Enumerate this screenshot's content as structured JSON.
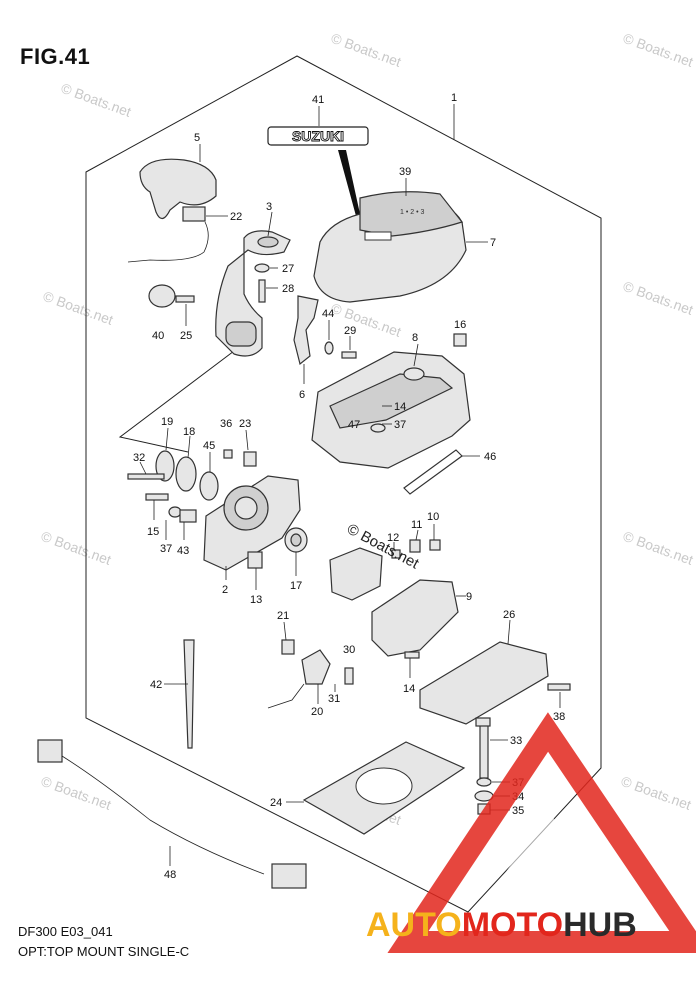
{
  "figure": {
    "title": "FIG.41",
    "footer_code": "DF300 E03_041",
    "footer_name": "OPT:TOP MOUNT SINGLE-C",
    "badge_text": "SUZUKI",
    "neutral_mark": "© Boats.net"
  },
  "watermarks": [
    "© Boats.net"
  ],
  "logo": {
    "text_auto": "AUTO",
    "text_moto": "MOTO",
    "text_hub": "HUB",
    "color_auto": "#f5b21b",
    "color_moto": "#e2261c",
    "color_hub": "#2a2a2a",
    "triangle_color": "#e2261c"
  },
  "callouts": [
    {
      "id": "c41",
      "label": "41"
    },
    {
      "id": "c1",
      "label": "1"
    },
    {
      "id": "c5",
      "label": "5"
    },
    {
      "id": "c39",
      "label": "39"
    },
    {
      "id": "c3",
      "label": "3"
    },
    {
      "id": "c22",
      "label": "22"
    },
    {
      "id": "c7",
      "label": "7"
    },
    {
      "id": "c27",
      "label": "27"
    },
    {
      "id": "c28",
      "label": "28"
    },
    {
      "id": "c40",
      "label": "40"
    },
    {
      "id": "c25",
      "label": "25"
    },
    {
      "id": "c44",
      "label": "44"
    },
    {
      "id": "c29",
      "label": "29"
    },
    {
      "id": "c16",
      "label": "16"
    },
    {
      "id": "c8",
      "label": "8"
    },
    {
      "id": "c6",
      "label": "6"
    },
    {
      "id": "c14a",
      "label": "14"
    },
    {
      "id": "c37a",
      "label": "37"
    },
    {
      "id": "c47",
      "label": "47"
    },
    {
      "id": "c46",
      "label": "46"
    },
    {
      "id": "c19",
      "label": "19"
    },
    {
      "id": "c18",
      "label": "18"
    },
    {
      "id": "c36",
      "label": "36"
    },
    {
      "id": "c23",
      "label": "23"
    },
    {
      "id": "c45",
      "label": "45"
    },
    {
      "id": "c32",
      "label": "32"
    },
    {
      "id": "c15",
      "label": "15"
    },
    {
      "id": "c37b",
      "label": "37"
    },
    {
      "id": "c43",
      "label": "43"
    },
    {
      "id": "c2",
      "label": "2"
    },
    {
      "id": "c13",
      "label": "13"
    },
    {
      "id": "c17",
      "label": "17"
    },
    {
      "id": "c11",
      "label": "11"
    },
    {
      "id": "c10",
      "label": "10"
    },
    {
      "id": "c12",
      "label": "12"
    },
    {
      "id": "c9",
      "label": "9"
    },
    {
      "id": "c26",
      "label": "26"
    },
    {
      "id": "c21",
      "label": "21"
    },
    {
      "id": "c30",
      "label": "30"
    },
    {
      "id": "c31",
      "label": "31"
    },
    {
      "id": "c20",
      "label": "20"
    },
    {
      "id": "c14b",
      "label": "14"
    },
    {
      "id": "c38",
      "label": "38"
    },
    {
      "id": "c42",
      "label": "42"
    },
    {
      "id": "c33",
      "label": "33"
    },
    {
      "id": "c37c",
      "label": "37"
    },
    {
      "id": "c34",
      "label": "34"
    },
    {
      "id": "c35",
      "label": "35"
    },
    {
      "id": "c24",
      "label": "24"
    },
    {
      "id": "c48",
      "label": "48"
    }
  ]
}
